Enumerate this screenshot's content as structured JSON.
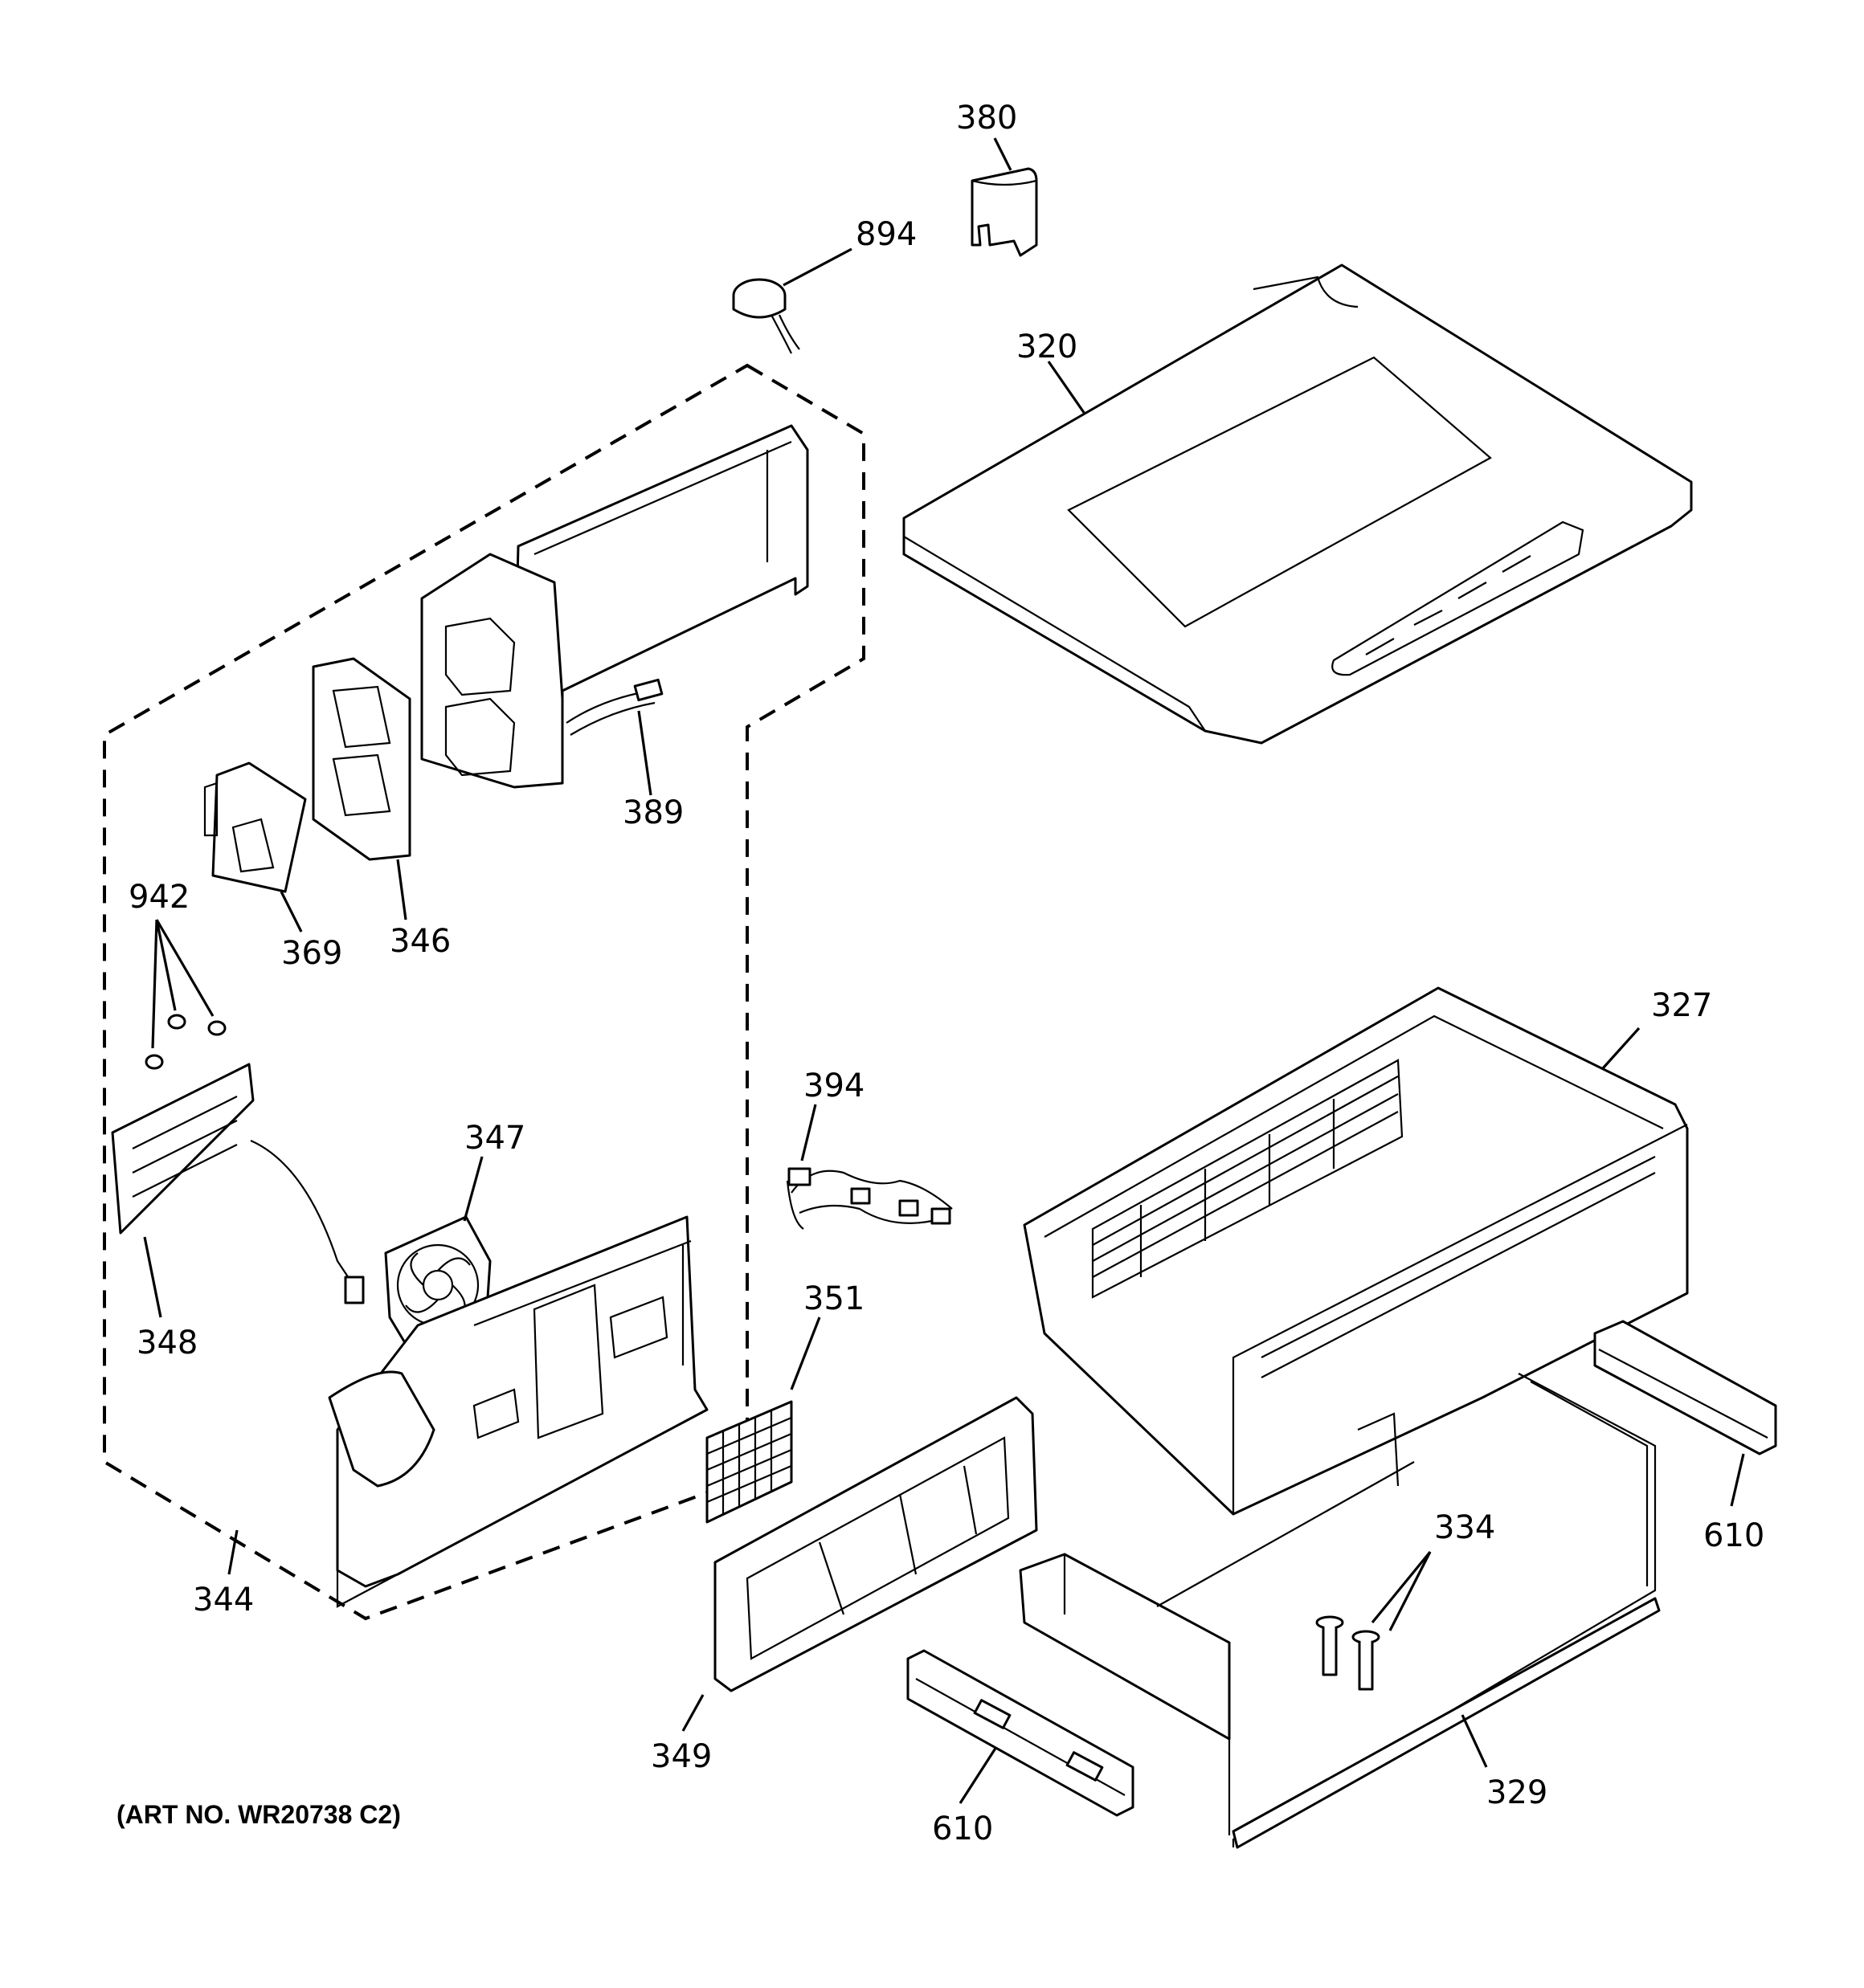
{
  "art_number": "(ART NO. WR20738 C2)",
  "callouts": {
    "c380": "380",
    "c894": "894",
    "c320": "320",
    "c389": "389",
    "c346": "346",
    "c369": "369",
    "c942": "942",
    "c347": "347",
    "c348": "348",
    "c344": "344",
    "c394": "394",
    "c351": "351",
    "c349": "349",
    "c327": "327",
    "c610_right": "610",
    "c334": "334",
    "c329": "329",
    "c610_bottom": "610"
  }
}
